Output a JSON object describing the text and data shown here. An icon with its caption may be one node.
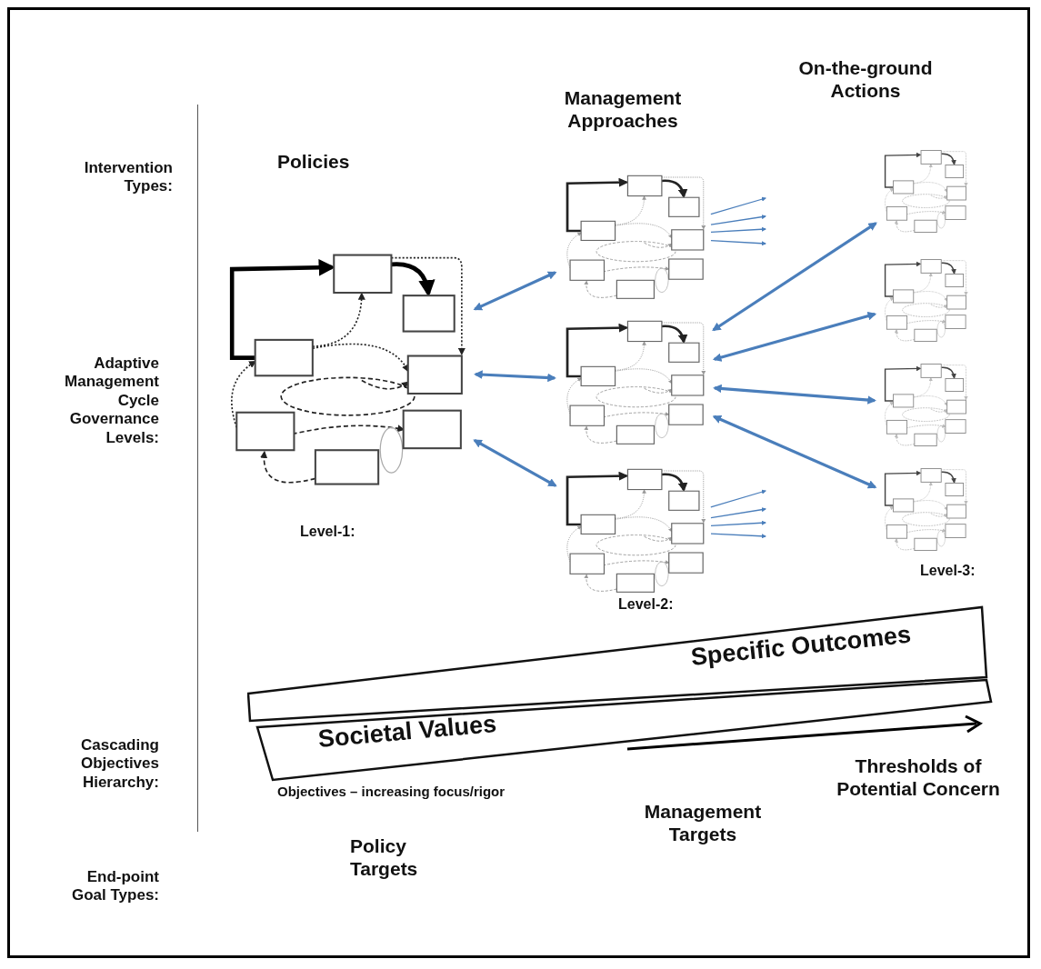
{
  "diagram": {
    "nodes": [
      {
        "text": [],
        "shape": "picture"
      },
      {
        "text": [],
        "shape": "picture"
      },
      {
        "text": [],
        "shape": "picture"
      },
      {
        "text": [],
        "shape": "picture"
      },
      {
        "text": [],
        "shape": "picture"
      },
      {
        "text": [],
        "shape": "picture"
      },
      {
        "text": [],
        "shape": "picture"
      },
      {
        "text": [],
        "shape": "picture"
      },
      {
        "text": [
          "Specific Outcomes"
        ]
      },
      {
        "text": [
          "Societal Values"
        ]
      }
    ],
    "edges": [
      {
        "from": 0,
        "to": 1,
        "arrow": "both",
        "style": "thick"
      },
      {
        "from": 0,
        "to": 2,
        "arrow": "both",
        "style": "thick"
      },
      {
        "from": 0,
        "to": 3,
        "arrow": "both",
        "style": "thick"
      },
      {
        "from": 2,
        "to": 4,
        "arrow": "both",
        "style": "thick"
      },
      {
        "from": 2,
        "to": 5,
        "arrow": "both",
        "style": "thick"
      },
      {
        "from": 2,
        "to": 6,
        "arrow": "both",
        "style": "thick"
      },
      {
        "from": 2,
        "to": 7,
        "arrow": "both",
        "style": "thick"
      },
      {
        "from": 1,
        "to": null,
        "arrow": "to"
      },
      {
        "from": 1,
        "to": null,
        "arrow": "to"
      },
      {
        "from": 1,
        "to": null,
        "arrow": "to"
      },
      {
        "from": 1,
        "to": null,
        "arrow": "to"
      },
      {
        "from": 3,
        "to": null,
        "arrow": "to"
      },
      {
        "from": 3,
        "to": null,
        "arrow": "to"
      },
      {
        "from": 3,
        "to": null,
        "arrow": "to"
      },
      {
        "from": 3,
        "to": null,
        "arrow": "to"
      }
    ],
    "labels": [
      "Intervention Types:",
      "Policies",
      "Management Approaches",
      "On-the-ground Actions",
      "Adaptive Management Cycle Governance Levels:",
      "Level-1:",
      "Level-2:",
      "Level-3:",
      "Cascading Objectives Hierarchy:",
      "Objectives – increasing focus/rigor",
      "Thresholds of Potential Concern",
      "Management Targets",
      "Policy Targets",
      "End-point Goal Types:"
    ]
  }
}
